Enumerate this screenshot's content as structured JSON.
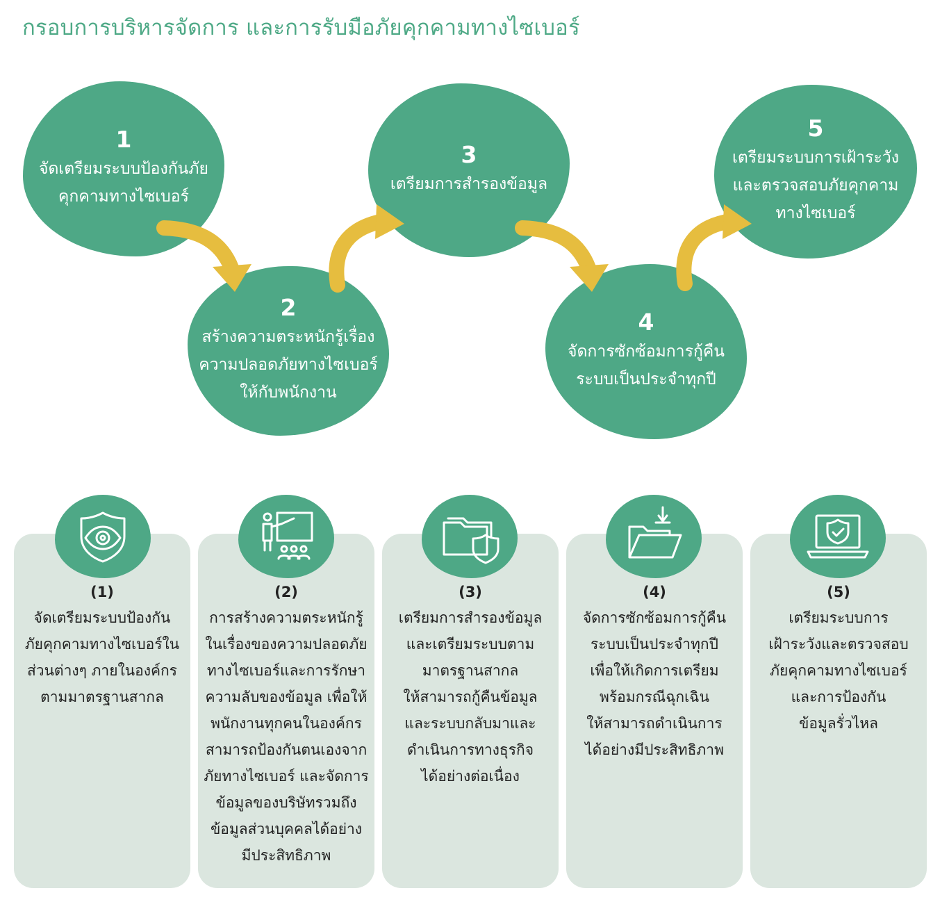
{
  "title": "กรอบการบริหารจัดการ และการรับมือภัยคุกคามทางไซเบอร์",
  "steps": [
    {
      "num": "1",
      "text": "จัดเตรียมระบบป้องกันภัย\nคุกคามทางไซเบอร์"
    },
    {
      "num": "2",
      "text": "สร้างความตระหนักรู้เรื่อง\nความปลอดภัยทางไซเบอร์\nให้กับพนักงาน"
    },
    {
      "num": "3",
      "text": "เตรียมการสำรองข้อมูล"
    },
    {
      "num": "4",
      "text": "จัดการซักซ้อมการกู้คืน\nระบบเป็นประจำทุกปี"
    },
    {
      "num": "5",
      "text": "เตรียมระบบการเฝ้าระวัง\nและตรวจสอบภัยคุกคาม\nทางไซเบอร์"
    }
  ],
  "cards": [
    {
      "num": "(1)",
      "icon": "eye-shield-icon",
      "text": "จัดเตรียมระบบป้องกัน\nภัยคุกคามทางไซเบอร์ใน\nส่วนต่างๆ ภายในองค์กร\nตามมาตรฐานสากล"
    },
    {
      "num": "(2)",
      "icon": "presentation-training-icon",
      "text": "การสร้างความตระหนักรู้\nในเรื่องของความปลอดภัย\nทางไซเบอร์และการรักษา\nความลับของข้อมูล เพื่อให้\nพนักงานทุกคนในองค์กร\nสามารถป้องกันตนเองจาก\nภัยทางไซเบอร์ และจัดการ\nข้อมูลของบริษัทรวมถึง\nข้อมูลส่วนบุคคลได้อย่าง\nมีประสิทธิภาพ"
    },
    {
      "num": "(3)",
      "icon": "folder-shield-icon",
      "text": "เตรียมการสำรองข้อมูล\nและเตรียมระบบตาม\nมาตรฐานสากล\nให้สามารถกู้คืนข้อมูล\nและระบบกลับมาและ\nดำเนินการทางธุรกิจ\nได้อย่างต่อเนื่อง"
    },
    {
      "num": "(4)",
      "icon": "folder-download-icon",
      "text": "จัดการซักซ้อมการกู้คืน\nระบบเป็นประจำทุกปี\nเพื่อให้เกิดการเตรียม\nพร้อมกรณีฉุกเฉิน\nให้สามารถดำเนินการ\nได้อย่างมีประสิทธิภาพ"
    },
    {
      "num": "(5)",
      "icon": "laptop-shield-icon",
      "text": "เตรียมระบบการ\nเฝ้าระวังและตรวจสอบ\nภัยคุกคามทางไซเบอร์\nและการป้องกัน\nข้อมูลรั่วไหล"
    }
  ],
  "colors": {
    "green": "#4ea886",
    "title_green": "#4ea986",
    "arrow_yellow": "#e6bd3f",
    "card_bg": "#dbe6df"
  }
}
